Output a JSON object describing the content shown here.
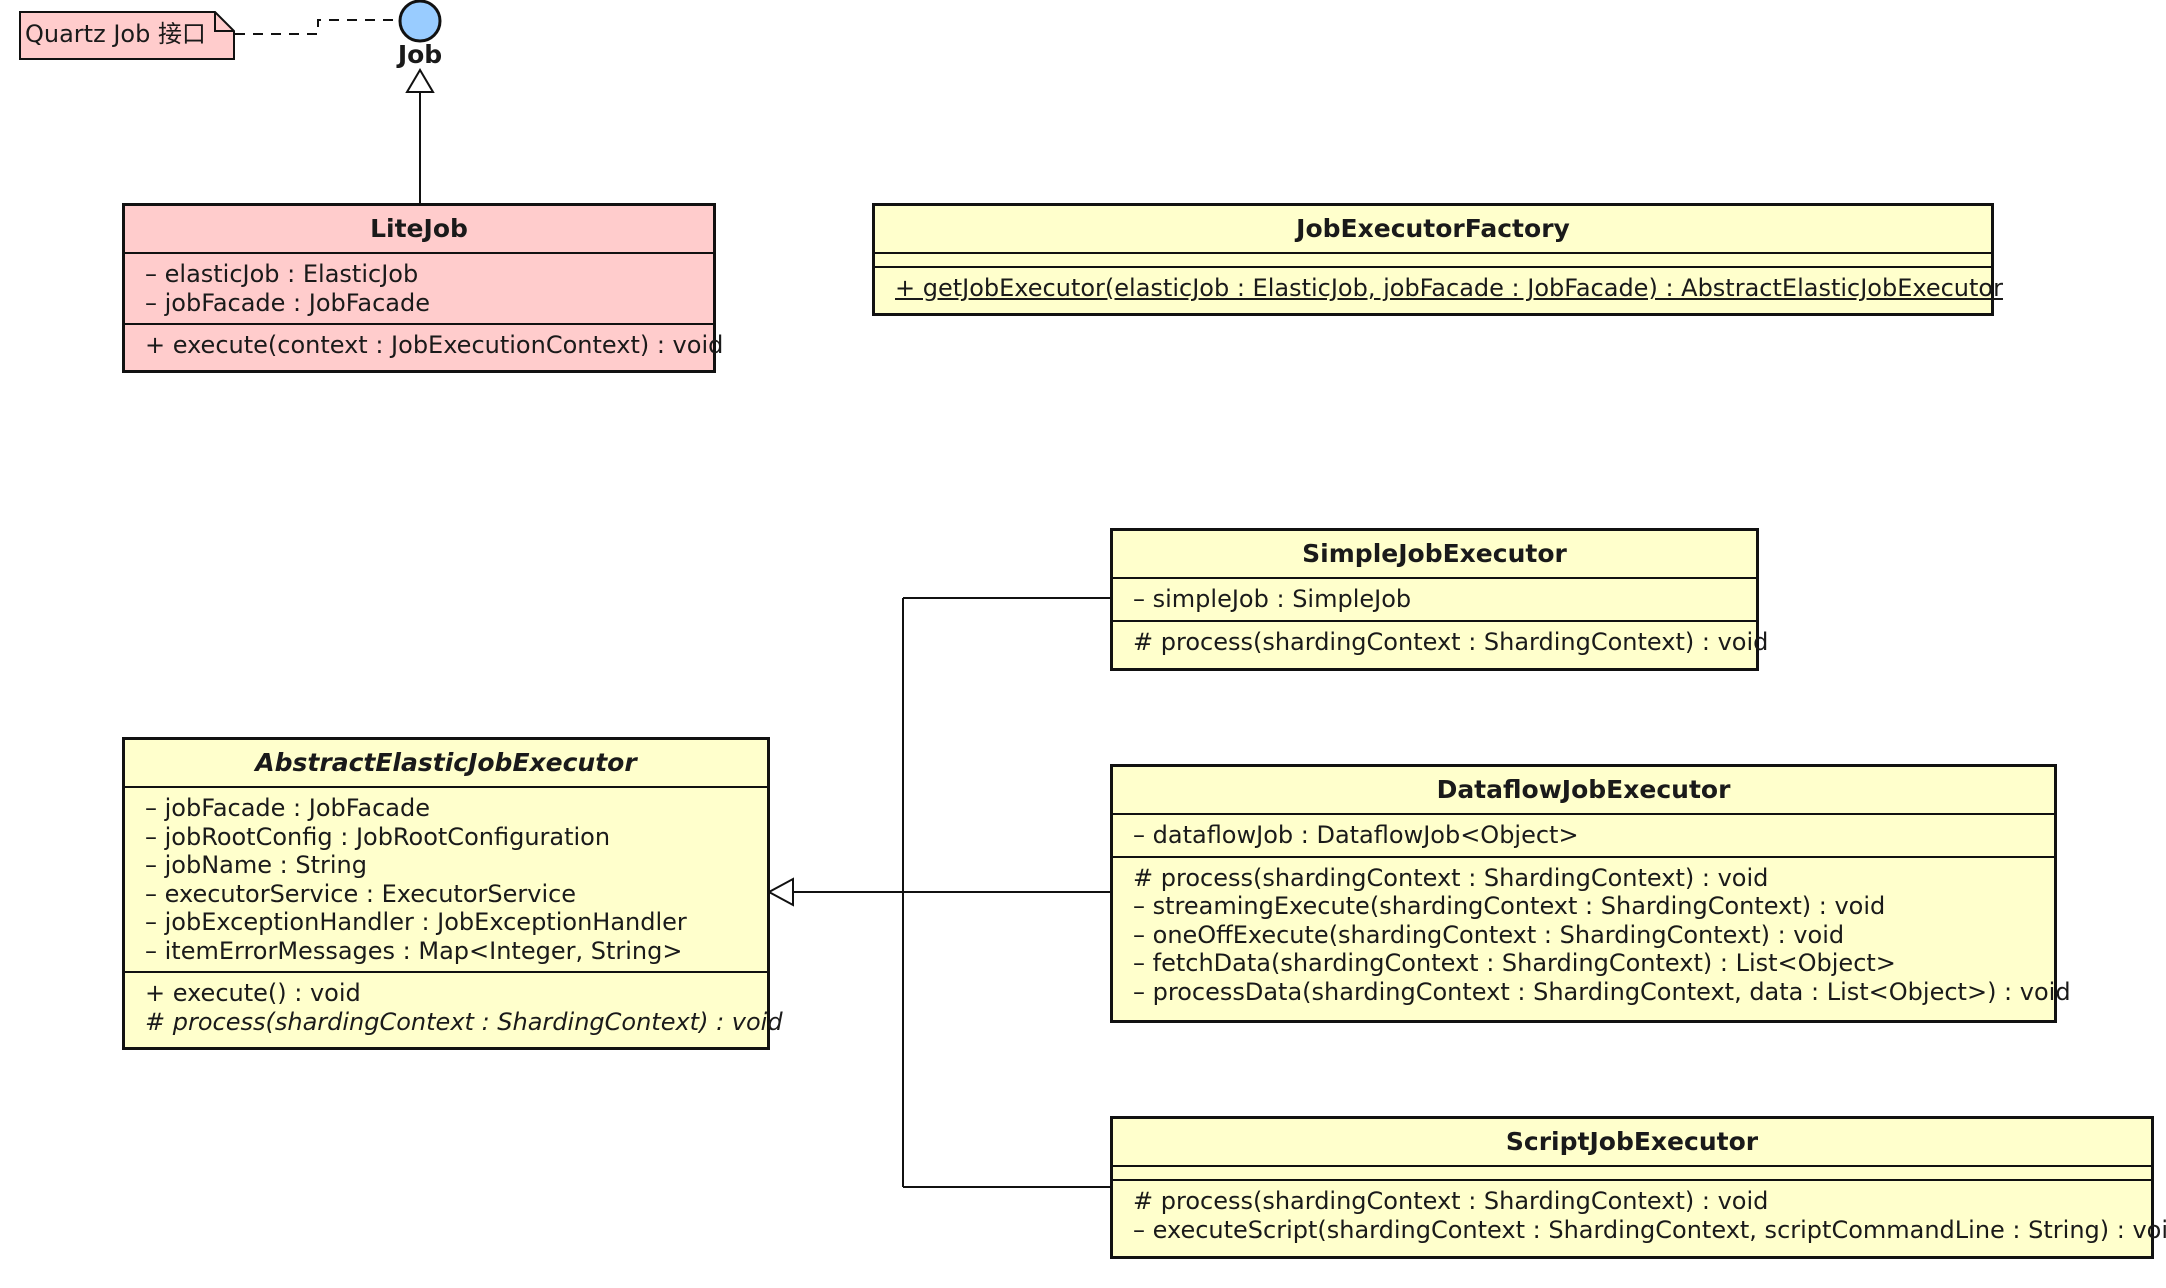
{
  "note": {
    "text": "Quartz Job 接口"
  },
  "interface": {
    "name": "Job"
  },
  "classes": {
    "lite_job": {
      "name": "LiteJob",
      "attributes": [
        "– elasticJob : ElasticJob",
        "– jobFacade : JobFacade"
      ],
      "operations": [
        "+ execute(context : JobExecutionContext) : void"
      ]
    },
    "factory": {
      "name": "JobExecutorFactory",
      "operations": [
        "+ getJobExecutor(elasticJob : ElasticJob, jobFacade : JobFacade) : AbstractElasticJobExecutor"
      ]
    },
    "abstract_executor": {
      "name": "AbstractElasticJobExecutor",
      "attributes": [
        "– jobFacade : JobFacade",
        "– jobRootConfig : JobRootConfiguration",
        "– jobName : String",
        "– executorService : ExecutorService",
        "– jobExceptionHandler : JobExceptionHandler",
        "– itemErrorMessages : Map<Integer, String>"
      ],
      "operations": [
        "+ execute() : void",
        "# process(shardingContext : ShardingContext) : void"
      ]
    },
    "simple_executor": {
      "name": "SimpleJobExecutor",
      "attributes": [
        "– simpleJob : SimpleJob"
      ],
      "operations": [
        "# process(shardingContext : ShardingContext) : void"
      ]
    },
    "dataflow_executor": {
      "name": "DataflowJobExecutor",
      "attributes": [
        "– dataflowJob : DataflowJob<Object>"
      ],
      "operations": [
        "# process(shardingContext : ShardingContext) : void",
        "– streamingExecute(shardingContext : ShardingContext) : void",
        "– oneOffExecute(shardingContext : ShardingContext) : void",
        "– fetchData(shardingContext : ShardingContext) : List<Object>",
        "– processData(shardingContext : ShardingContext, data : List<Object>) : void"
      ]
    },
    "script_executor": {
      "name": "ScriptJobExecutor",
      "operations": [
        "# process(shardingContext : ShardingContext) : void",
        "– executeScript(shardingContext : ShardingContext, scriptCommandLine : String) : void"
      ]
    }
  },
  "colors": {
    "class_fill": "#ffffcc",
    "pink_fill": "#ffcccc",
    "interface_fill": "#99ccff",
    "stroke": "#111111"
  }
}
